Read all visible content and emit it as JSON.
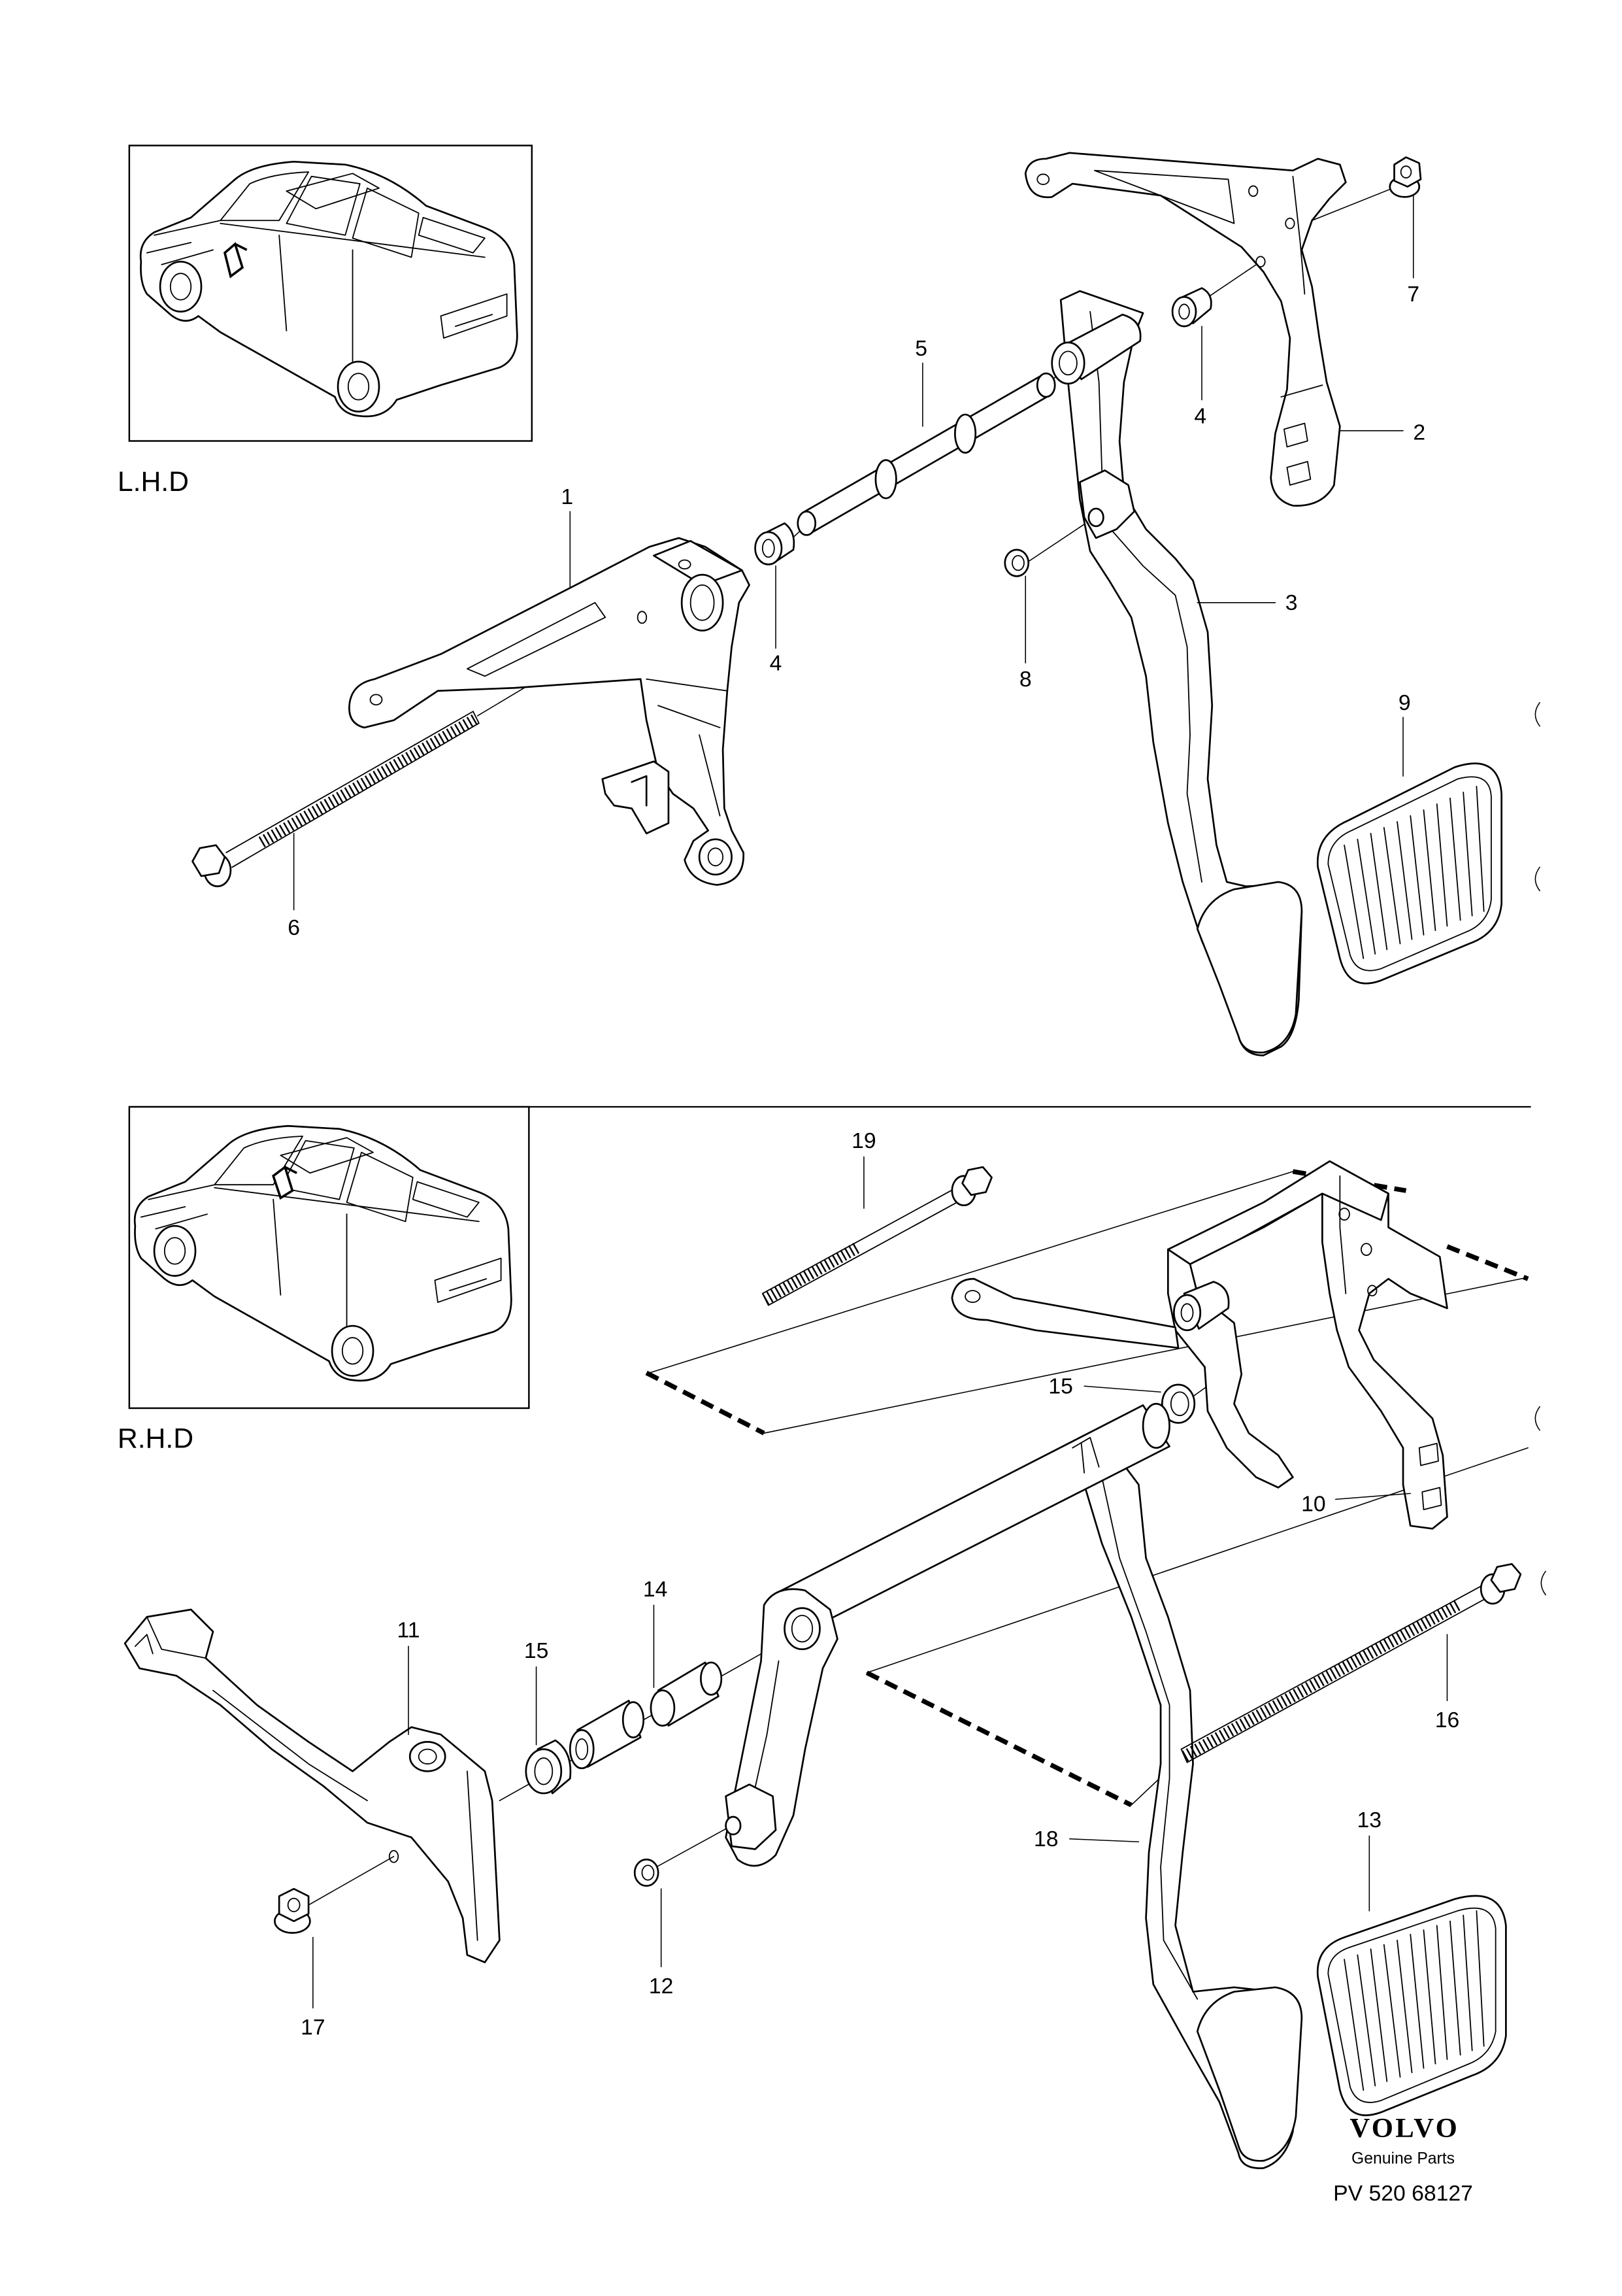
{
  "lhd": {
    "label": "L.H.D",
    "callouts": [
      "1",
      "2",
      "3",
      "4",
      "4",
      "5",
      "6",
      "7",
      "8",
      "9"
    ]
  },
  "rhd": {
    "label": "R.H.D",
    "callouts": [
      "10",
      "11",
      "12",
      "13",
      "14",
      "15",
      "15",
      "16",
      "17",
      "18",
      "19"
    ]
  },
  "footer": {
    "brand": "VOLVO",
    "subtitle": "Genuine Parts",
    "reference": "PV 520 68127"
  },
  "colors": {
    "line": "#000000",
    "background": "#ffffff"
  }
}
